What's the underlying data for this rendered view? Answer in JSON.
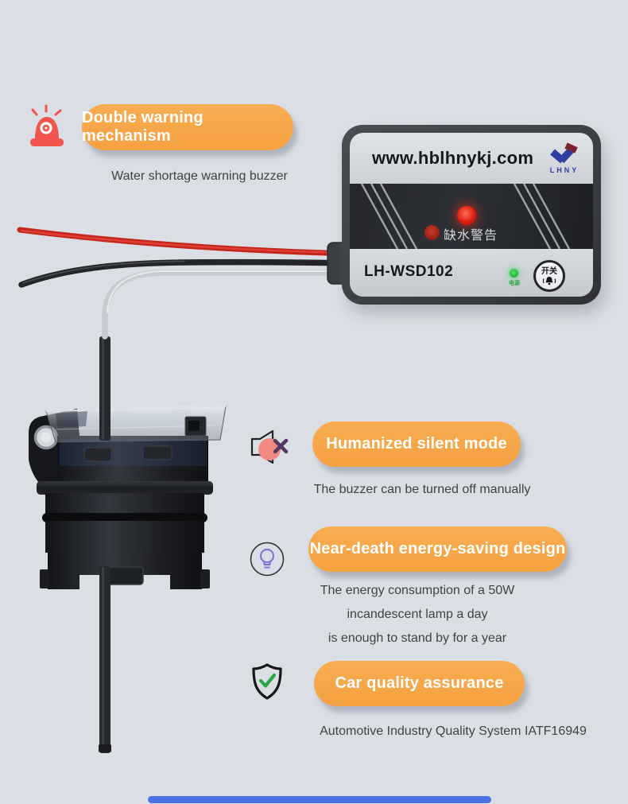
{
  "page": {
    "bg_color": "#dbdfe5",
    "accent_orange": "#f6a648",
    "bottom_bar_color": "#4a72e2"
  },
  "features": {
    "double_warning": {
      "icon": "siren-icon",
      "title": "Double warning mechanism",
      "description": "Water shortage warning buzzer"
    },
    "silent_mode": {
      "icon": "mute-speaker-icon",
      "title": "Humanized silent mode",
      "description": "The buzzer can be turned off manually"
    },
    "energy_saving": {
      "icon": "bulb-icon",
      "title": "Near-death energy-saving design",
      "description_lines": [
        "The energy consumption of a 50W",
        "incandescent lamp a day",
        "is enough to stand by for a year"
      ]
    },
    "quality": {
      "icon": "shield-check-icon",
      "title": "Car quality assurance",
      "description": "Automotive Industry Quality System IATF16949"
    }
  },
  "device": {
    "website": "www.hblhnykj.com",
    "brand": "LHNY",
    "warning_led_label": "缺水警告",
    "model": "LH-WSD102",
    "power_led_label": "电源",
    "switch_button_label": "开关"
  }
}
